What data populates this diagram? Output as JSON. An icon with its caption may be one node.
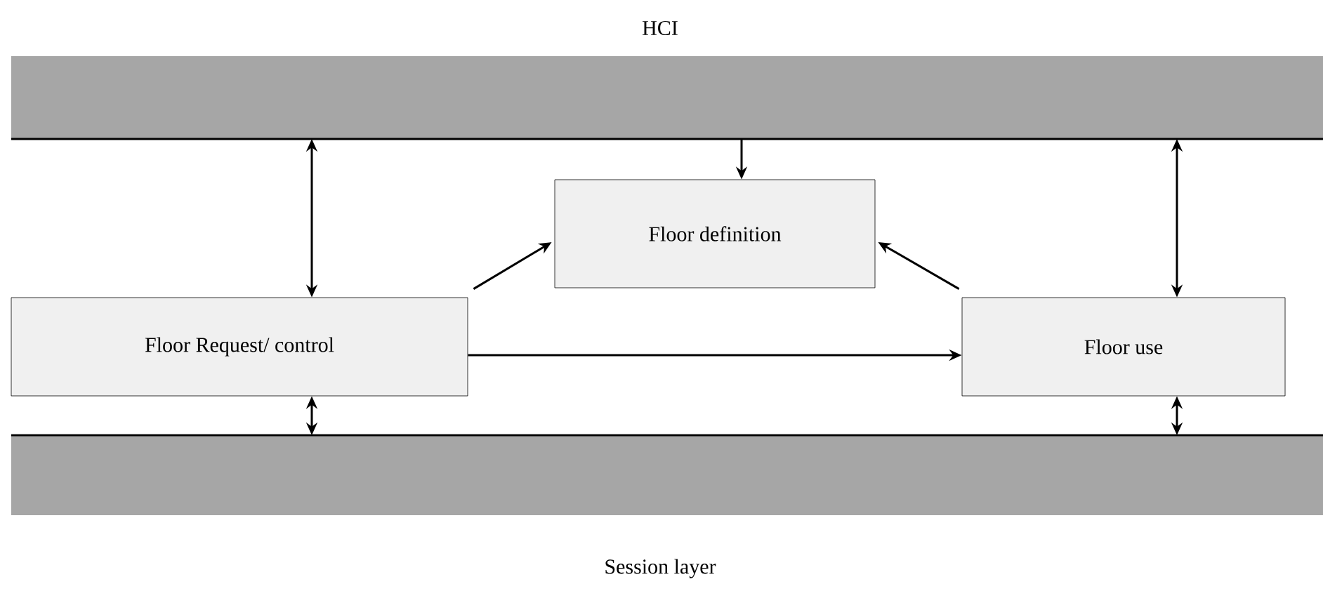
{
  "diagram": {
    "nodes": [
      {
        "text": [
          "HCI"
        ]
      },
      {
        "text": [
          "Floor definition"
        ]
      },
      {
        "text": [
          "Floor Request/ control"
        ]
      },
      {
        "text": [
          "Floor use"
        ]
      },
      {
        "text": [
          "Session layer"
        ]
      }
    ],
    "edges": [
      {
        "from": 0,
        "to": 2,
        "arrow": "both"
      },
      {
        "from": 0,
        "to": 1,
        "arrow": "to"
      },
      {
        "from": 0,
        "to": 3,
        "arrow": "both"
      },
      {
        "from": 2,
        "to": 1,
        "arrow": "to"
      },
      {
        "from": 3,
        "to": 1,
        "arrow": "to"
      },
      {
        "from": 2,
        "to": 3,
        "arrow": "to"
      },
      {
        "from": 2,
        "to": 4,
        "arrow": "both"
      },
      {
        "from": 3,
        "to": 4,
        "arrow": "both"
      }
    ]
  }
}
